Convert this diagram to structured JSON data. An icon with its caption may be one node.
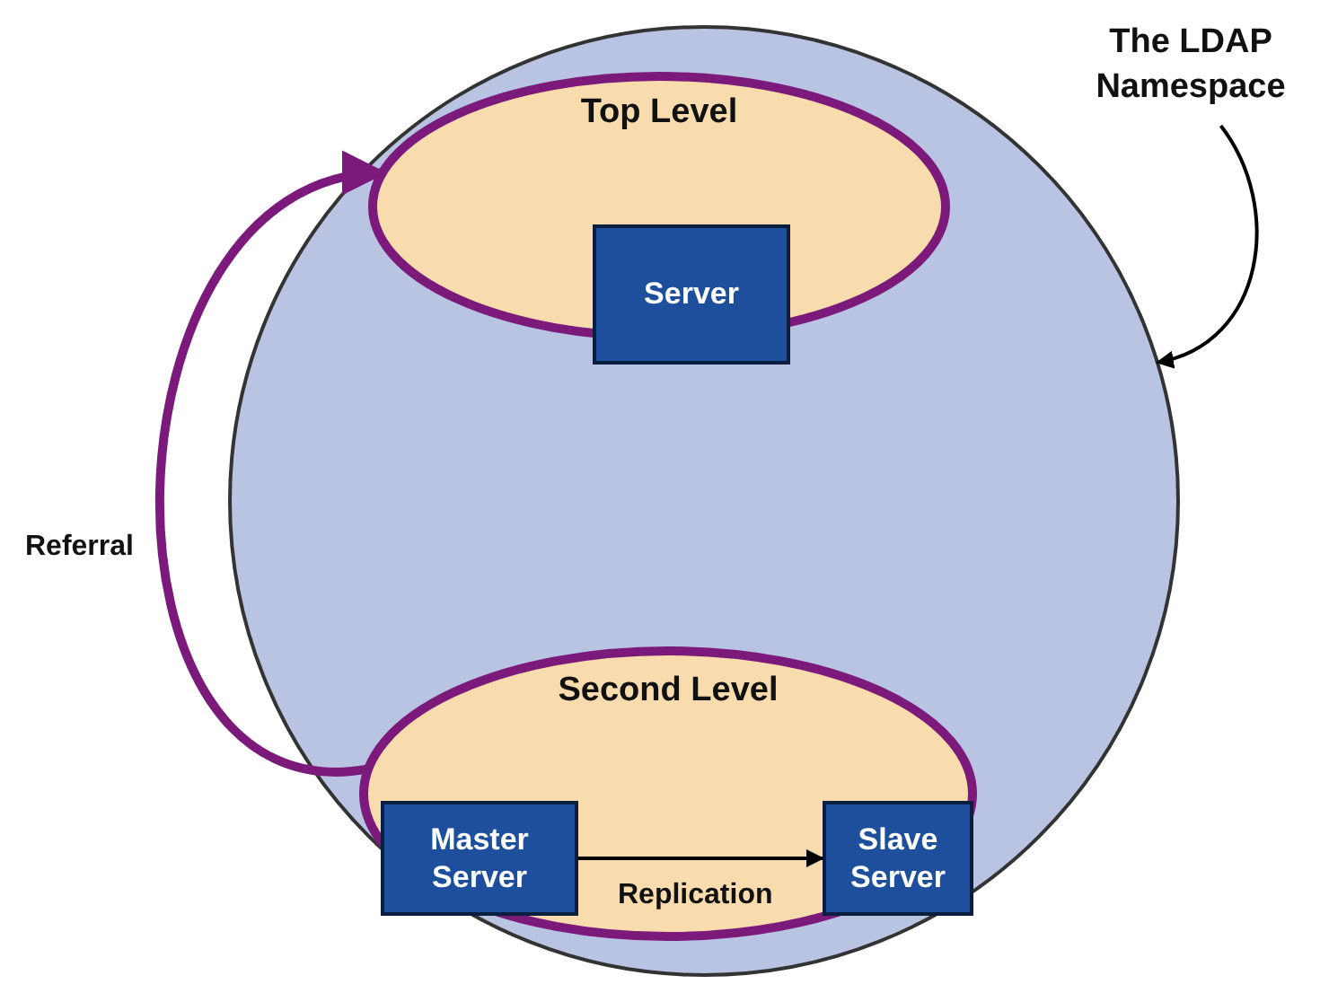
{
  "diagram": {
    "nodes": [
      {
        "text": [
          "The LDAP Namespace"
        ]
      },
      {
        "text": [],
        "shape": "circle"
      },
      {
        "text": [
          "Top Level"
        ],
        "in": 1
      },
      {
        "text": [
          "Server"
        ],
        "in": 2
      },
      {
        "text": [
          "Second Level"
        ],
        "in": 1
      },
      {
        "text": [
          "Master Server"
        ],
        "in": 4
      },
      {
        "text": [
          "Slave Server"
        ],
        "in": 4
      }
    ],
    "edges": [
      {
        "from": 0,
        "to": 1,
        "arrow": "to"
      },
      {
        "from": 4,
        "to": 2,
        "arrow": "to",
        "label": "Referral",
        "style": "thick",
        "color": "#7b1a7b"
      },
      {
        "from": 5,
        "to": 6,
        "arrow": "to",
        "label": "Replication"
      }
    ]
  }
}
